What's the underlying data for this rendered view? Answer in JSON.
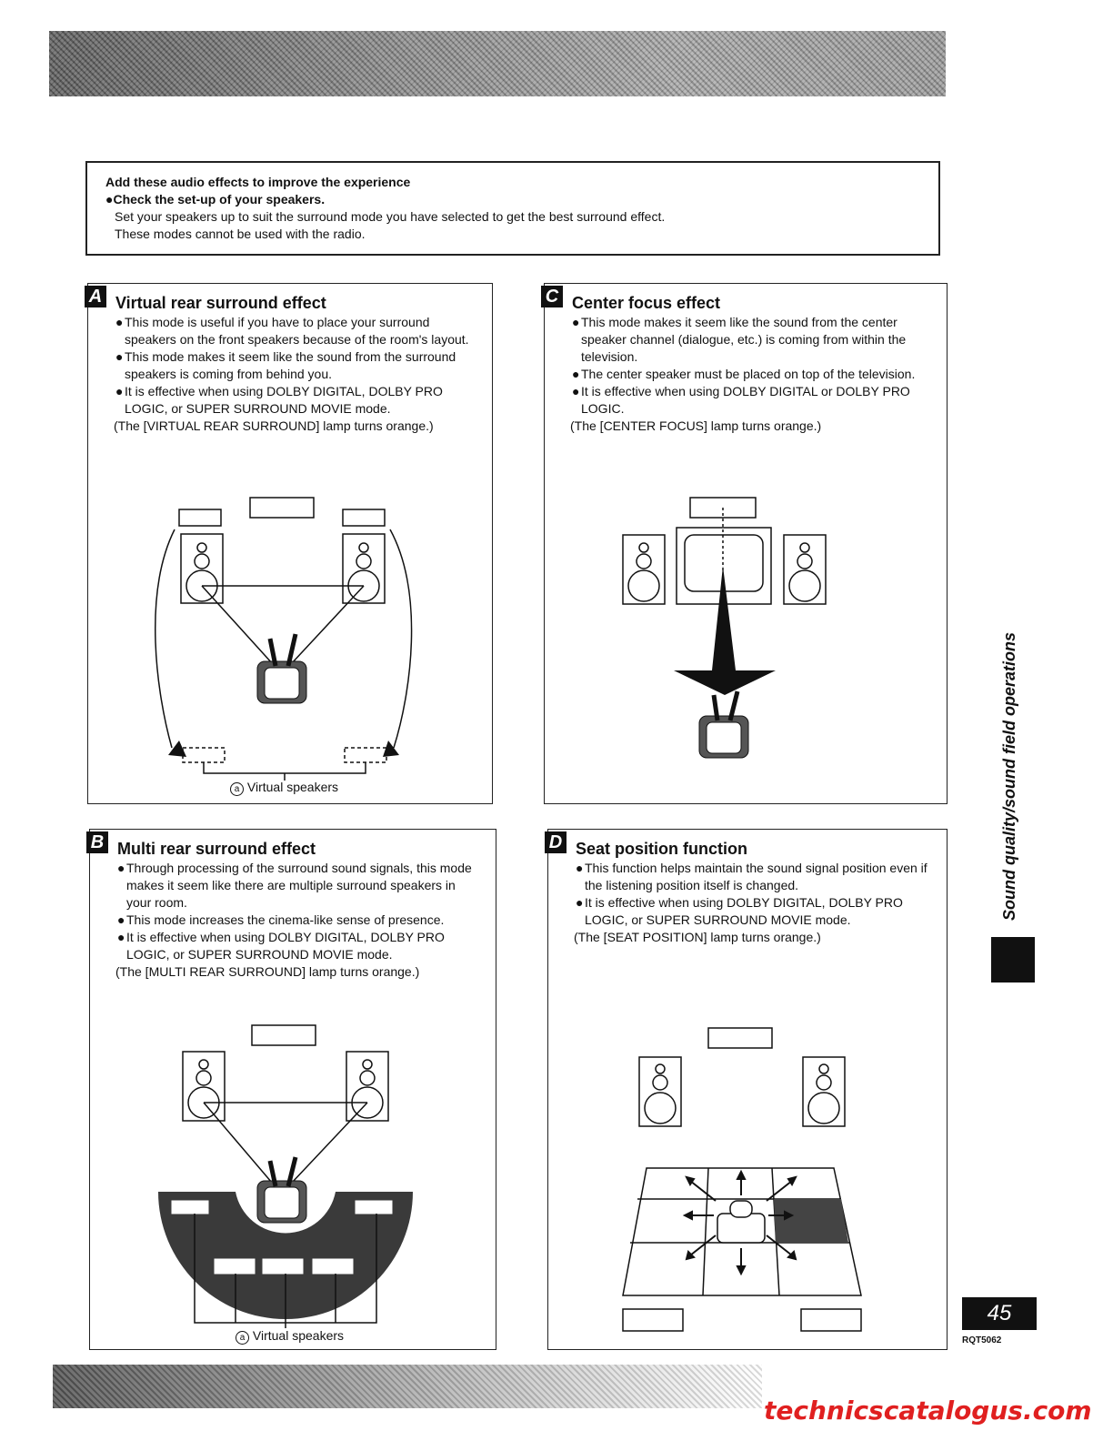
{
  "intro": {
    "heading": "Add these audio effects to improve the experience",
    "check": "●Check the set-up of your speakers.",
    "line1": "Set your speakers up to suit the surround mode you have selected to get the best surround effect.",
    "line2": "These modes cannot be used with the radio."
  },
  "sections": {
    "a": {
      "badge": "A",
      "title": "Virtual rear surround effect",
      "bullets": [
        "This mode is useful if you have to place your surround speakers on the front speakers because of the room's layout.",
        "This mode makes it seem like the sound from the surround speakers is coming from behind you.",
        "It is effective when using DOLBY DIGITAL, DOLBY PRO LOGIC, or SUPER SURROUND MOVIE mode."
      ],
      "note": "(The [VIRTUAL REAR SURROUND] lamp turns orange.)",
      "caption_mark": "a",
      "caption": "Virtual speakers"
    },
    "b": {
      "badge": "B",
      "title": "Multi rear surround effect",
      "bullets": [
        "Through processing of the surround sound signals, this mode makes it seem like there are multiple surround speakers in your room.",
        "This mode increases the cinema-like sense of presence.",
        "It is effective when using DOLBY DIGITAL, DOLBY PRO LOGIC, or SUPER SURROUND MOVIE mode."
      ],
      "note": "(The [MULTI REAR SURROUND] lamp turns orange.)",
      "caption_mark": "a",
      "caption": "Virtual speakers"
    },
    "c": {
      "badge": "C",
      "title": "Center focus effect",
      "bullets": [
        "This mode makes it seem like the sound from the center speaker channel (dialogue, etc.) is coming from within the television.",
        "The center speaker must be placed on top of the television.",
        "It is effective when using DOLBY DIGITAL or DOLBY PRO LOGIC."
      ],
      "note": "(The [CENTER FOCUS] lamp turns orange.)"
    },
    "d": {
      "badge": "D",
      "title": "Seat position function",
      "bullets": [
        "This function helps maintain the sound signal position even if the listening position itself is changed.",
        "It is effective when using DOLBY DIGITAL, DOLBY PRO LOGIC, or SUPER SURROUND MOVIE mode."
      ],
      "note": "(The [SEAT POSITION] lamp turns orange.)"
    }
  },
  "side": {
    "label": "Sound quality/sound field operations"
  },
  "footer": {
    "page_number": "45",
    "code": "RQT5062",
    "watermark": "technicscatalogus.com"
  },
  "colors": {
    "ink": "#111111",
    "watermark": "#e02020"
  }
}
